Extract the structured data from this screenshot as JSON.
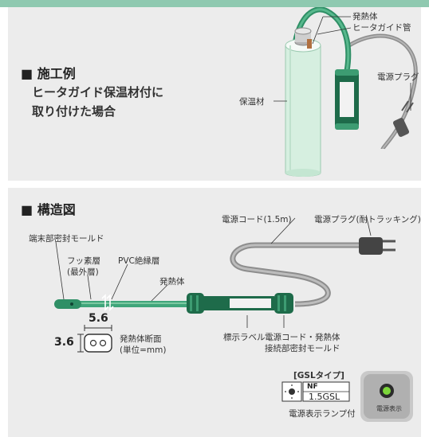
{
  "example": {
    "heading": "■ 施工例",
    "line1": "ヒータガイド保温材付に",
    "line2": "取り付けた場合",
    "label_heater": "発熱体",
    "label_guide_tube": "ヒータガイド管",
    "label_insulation": "保温材",
    "label_plug": "電源プラグ"
  },
  "structure": {
    "heading": "■ 構造図",
    "label_end_mold": "端末部密封モールド",
    "label_fluorine_line1": "フッ素層",
    "label_fluorine_line2": "(最外層)",
    "label_pvc": "PVC絶縁層",
    "label_heater": "発熱体",
    "label_cord": "電源コード(1.5m)",
    "label_plug": "電源プラグ(耐トラッキング)",
    "label_indicator": "標示ラベル",
    "label_joint_line1": "電源コード・発熱体",
    "label_joint_line2": "接続部密封モールド",
    "dim_width": "5.6",
    "dim_height": "3.6",
    "label_section_line1": "発熱体断面",
    "label_section_line2": "(単位=mm)",
    "gsl_title": "[GSLタイプ]",
    "gsl_mark": "NF",
    "gsl_model": "1.5GSL",
    "gsl_caption": "電源表示ランプ付",
    "lamp_label": "電源表示"
  },
  "colors": {
    "accent": "#8fc9b0",
    "panel": "#ececec",
    "heater_green": "#3fa57a",
    "cord_gray": "#9a9a9a",
    "insulation": "#d6efe0",
    "lamp": "#7cd63a"
  }
}
